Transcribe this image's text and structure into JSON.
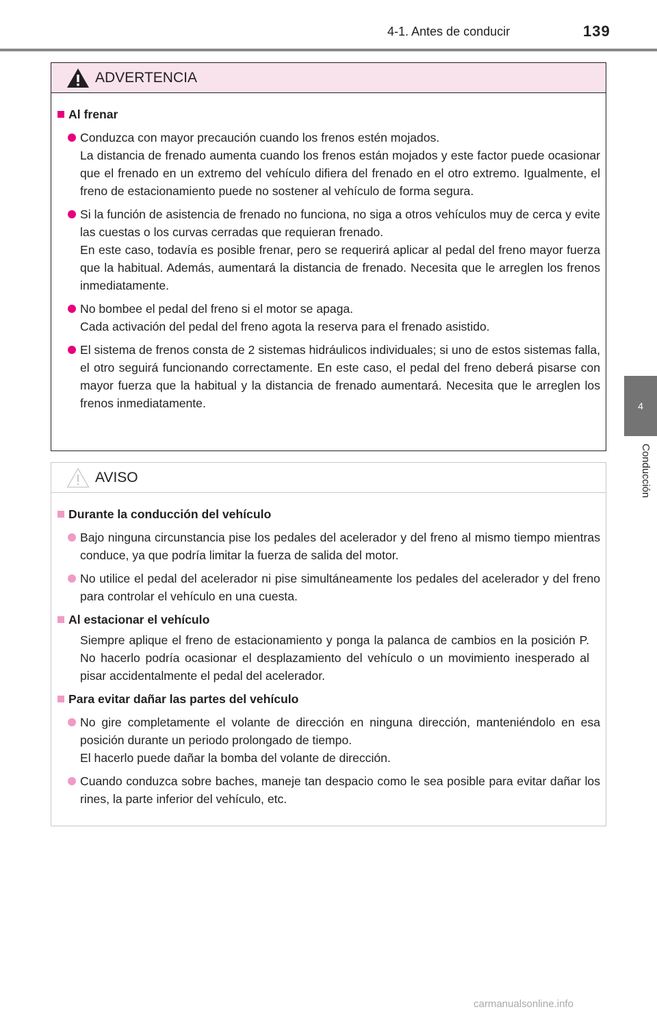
{
  "header": {
    "section": "4-1. Antes de conducir",
    "page_number": "139"
  },
  "side_tab": {
    "number": "4",
    "label": "Conducción"
  },
  "warning_box": {
    "title": "ADVERTENCIA",
    "icon": "warning-triangle-icon",
    "heading": "Al frenar",
    "bullets": [
      {
        "lines": [
          "Conduzca con mayor precaución cuando los frenos estén mojados.",
          "La distancia de frenado aumenta cuando los frenos están mojados y este factor puede ocasionar que el frenado en un extremo del vehículo difiera del frenado en el otro extremo. Igualmente, el freno de estacionamiento puede no sostener al vehículo de forma segura."
        ]
      },
      {
        "lines": [
          "Si la función de asistencia de frenado no funciona, no siga a otros vehículos muy de cerca y evite las cuestas o los curvas cerradas que requieran frenado.",
          "En este caso, todavía es posible frenar, pero se requerirá aplicar al pedal del freno mayor fuerza que la habitual. Además, aumentará la distancia de frenado. Necesita que le arreglen los frenos inmediatamente."
        ]
      },
      {
        "lines": [
          "No bombee el pedal del freno si el motor se apaga.",
          "Cada activación del pedal del freno agota la reserva para el frenado asistido."
        ]
      },
      {
        "lines": [
          "El sistema de frenos consta de 2 sistemas hidráulicos individuales; si uno de estos sistemas falla, el otro seguirá funcionando correctamente. En este caso, el pedal del freno deberá pisarse con mayor fuerza que la habitual y la distancia de frenado aumentará. Necesita que le arreglen los frenos inmediatamente."
        ]
      }
    ]
  },
  "notice_box": {
    "title": "AVISO",
    "icon": "caution-triangle-icon",
    "section1": {
      "heading": "Durante la conducción del vehículo",
      "bullets": [
        "Bajo ninguna circunstancia pise los pedales del acelerador y del freno al mismo tiempo mientras conduce, ya que podría limitar la fuerza de salida del motor.",
        "No utilice el pedal del acelerador ni pise simultáneamente los pedales del acelerador y del freno para controlar el vehículo en una cuesta."
      ]
    },
    "section2": {
      "heading": "Al estacionar el vehículo",
      "text": "Siempre aplique el freno de estacionamiento y ponga la palanca de cambios en la posición P. No hacerlo podría ocasionar el desplazamiento del vehículo o un movimiento inesperado al pisar accidentalmente el pedal del acelerador."
    },
    "section3": {
      "heading": "Para evitar dañar las partes del vehículo",
      "bullet1_lines": [
        "No gire completamente el volante de dirección en ninguna dirección, manteniéndolo en esa posición durante un periodo prolongado de tiempo.",
        "El hacerlo puede dañar la bomba del volante de dirección."
      ],
      "bullet2": "Cuando conduzca sobre baches, maneje tan despacio como le sea posible para evitar dañar los rines, la parte inferior del vehículo, etc."
    }
  },
  "watermark": "carmanualsonline.info",
  "colors": {
    "warning_accent": "#e6007e",
    "notice_accent": "#f09ac6",
    "warning_header_bg": "#f8e3ed",
    "side_tab_bg": "#747474"
  }
}
